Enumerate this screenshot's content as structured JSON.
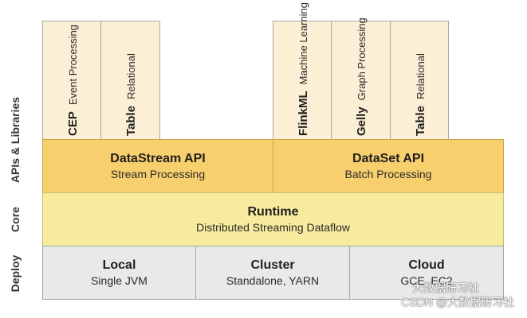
{
  "row_labels": {
    "apis": "APIs & Libraries",
    "core": "Core",
    "deploy": "Deploy"
  },
  "libraries_left": [
    {
      "title": "CEP",
      "subtitle": "Event Processing"
    },
    {
      "title": "Table",
      "subtitle": "Relational"
    }
  ],
  "libraries_right": [
    {
      "title": "FlinkML",
      "subtitle": "Machine Learning"
    },
    {
      "title": "Gelly",
      "subtitle": "Graph Processing"
    },
    {
      "title": "Table",
      "subtitle": "Relational"
    }
  ],
  "apis": [
    {
      "title": "DataStream API",
      "subtitle": "Stream Processing"
    },
    {
      "title": "DataSet API",
      "subtitle": "Batch Processing"
    }
  ],
  "core": {
    "title": "Runtime",
    "subtitle": "Distributed Streaming Dataflow"
  },
  "deploy": [
    {
      "title": "Local",
      "subtitle": "Single JVM"
    },
    {
      "title": "Cluster",
      "subtitle": "Standalone, YARN"
    },
    {
      "title": "Cloud",
      "subtitle": "GCE, EC2"
    }
  ],
  "watermark": {
    "line1": "大数据研习社",
    "line2": "CSDN @大数据研习社"
  }
}
